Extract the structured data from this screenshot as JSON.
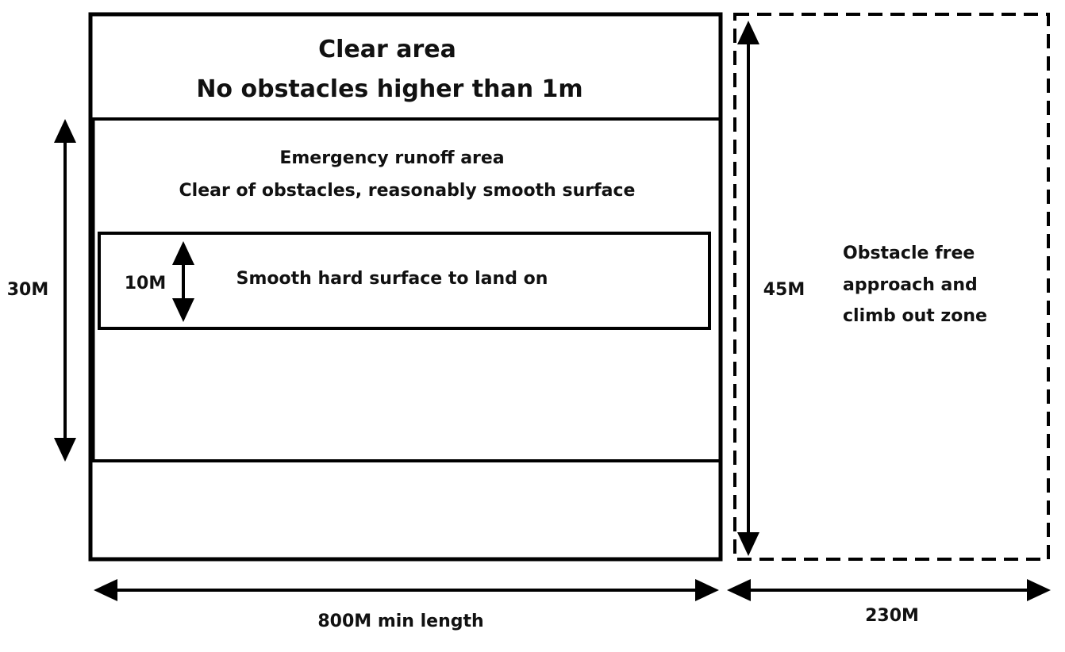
{
  "clear_area": {
    "title": "Clear area",
    "subtitle": "No obstacles higher than 1m"
  },
  "runoff_area": {
    "title": "Emergency runoff area",
    "subtitle": "Clear of obstacles, reasonably smooth surface"
  },
  "landing_strip": {
    "label": "Smooth hard surface to land on",
    "width_label": "10M"
  },
  "runoff_width_label": "30M",
  "total_width_label": "45M",
  "length_label": "800M min length",
  "approach_zone": {
    "line1": "Obstacle free",
    "line2": "approach and",
    "line3": "climb out zone",
    "length_label": "230M"
  },
  "colors": {
    "stroke": "#000000",
    "text": "#111111",
    "background": "#ffffff"
  }
}
